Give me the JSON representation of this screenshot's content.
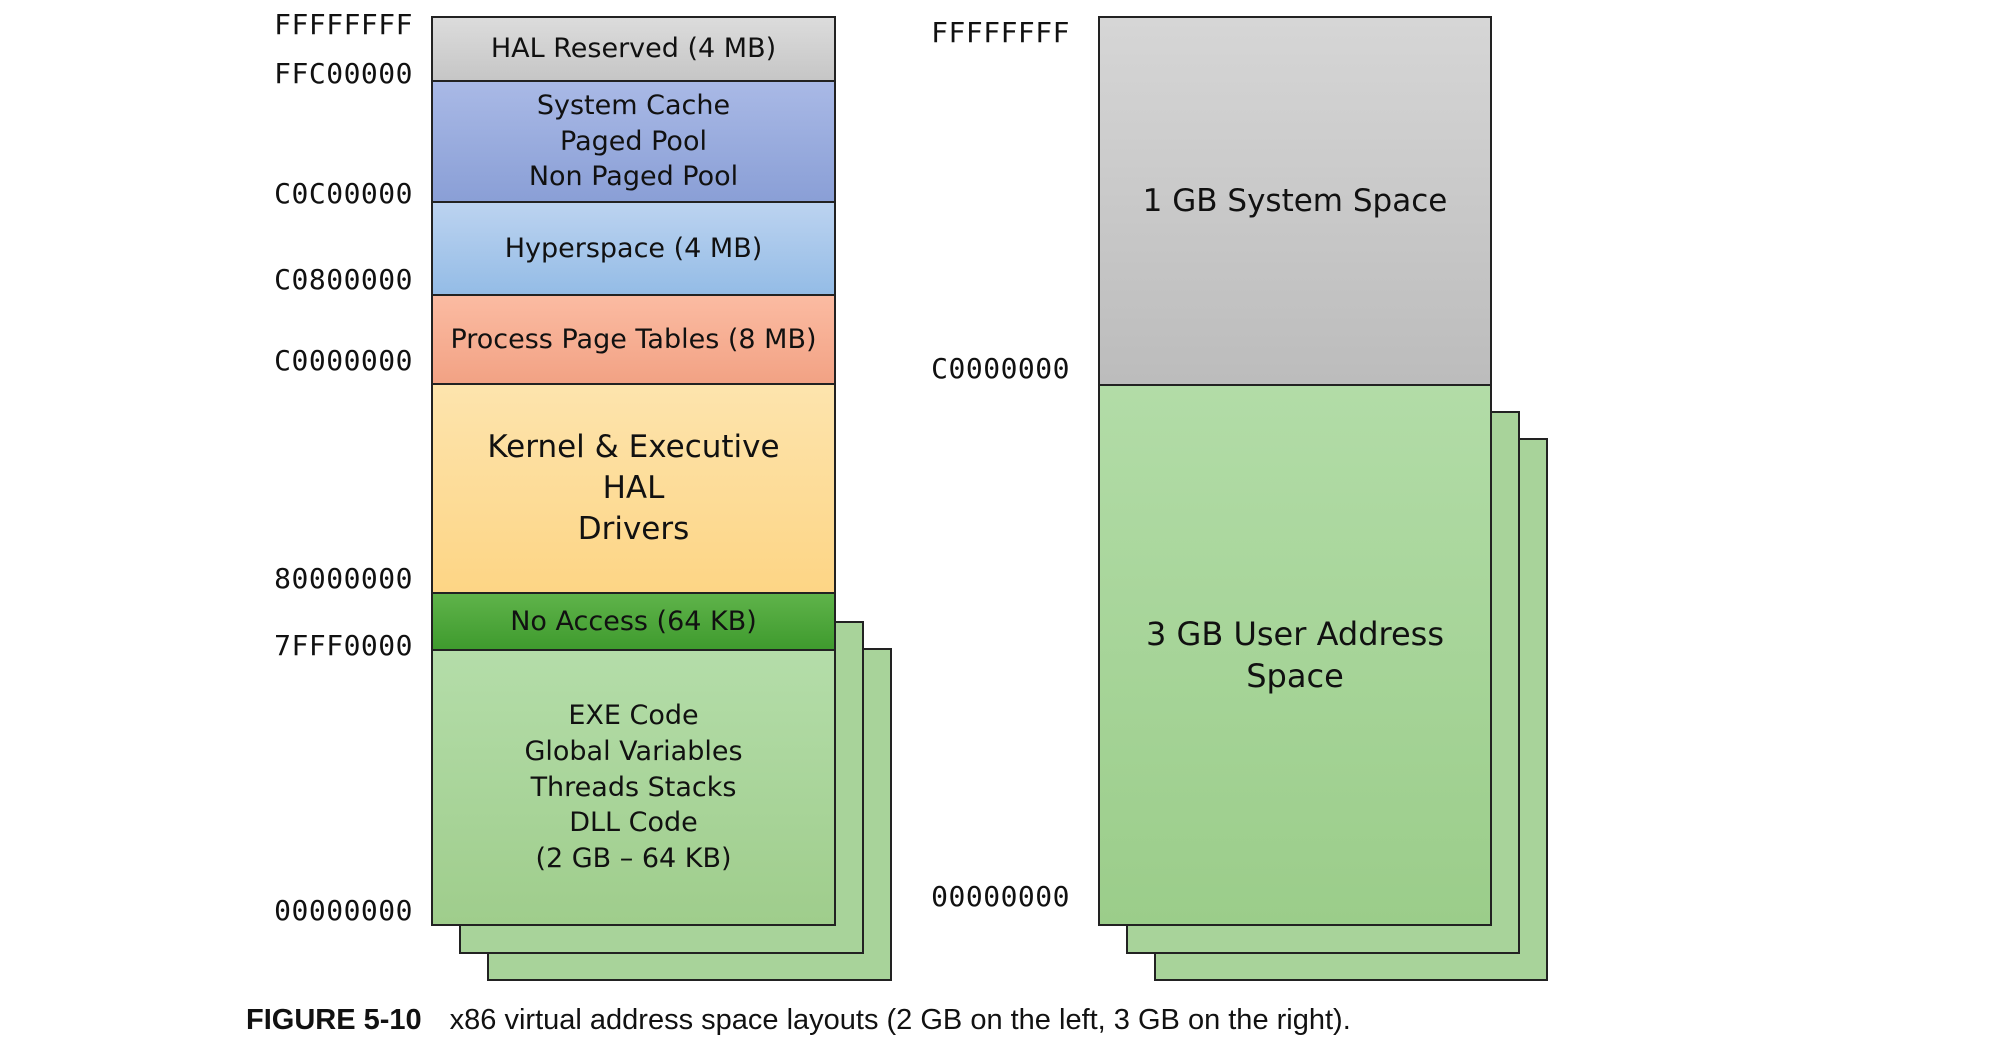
{
  "left_layout": {
    "addresses": [
      "FFFFFFFF",
      "FFC00000",
      "C0C00000",
      "C0800000",
      "C0000000",
      "80000000",
      "7FFF0000",
      "00000000"
    ],
    "regions": {
      "hal_reserved": [
        "HAL Reserved (4 MB)"
      ],
      "system_cache": [
        "System Cache",
        "Paged Pool",
        "Non Paged Pool"
      ],
      "hyperspace": [
        "Hyperspace (4 MB)"
      ],
      "page_tables": [
        "Process Page Tables (8 MB)"
      ],
      "kernel": [
        "Kernel & Executive",
        "HAL",
        "Drivers"
      ],
      "no_access": [
        "No Access (64 KB)"
      ],
      "user_space": [
        "EXE Code",
        "Global Variables",
        "Threads Stacks",
        "DLL Code",
        "(2 GB – 64 KB)"
      ]
    }
  },
  "right_layout": {
    "addresses": [
      "FFFFFFFF",
      "C0000000",
      "00000000"
    ],
    "regions": {
      "system_space": [
        "1 GB System Space"
      ],
      "user_space": [
        "3 GB User Address",
        "Space"
      ]
    }
  },
  "caption": {
    "label": "FIGURE 5-10",
    "text": "x86 virtual address space layouts (2 GB on the left, 3 GB on the right)."
  },
  "colors": {
    "hal_reserved": "#d0d0d0",
    "system_cache": "#98acdd",
    "hyperspace": "#a8c8eb",
    "page_tables": "#f6ad92",
    "kernel": "#fddc98",
    "no_access": "#4ea83c",
    "user_space": "#a8d39a",
    "system_space": "#c8c8c8"
  }
}
